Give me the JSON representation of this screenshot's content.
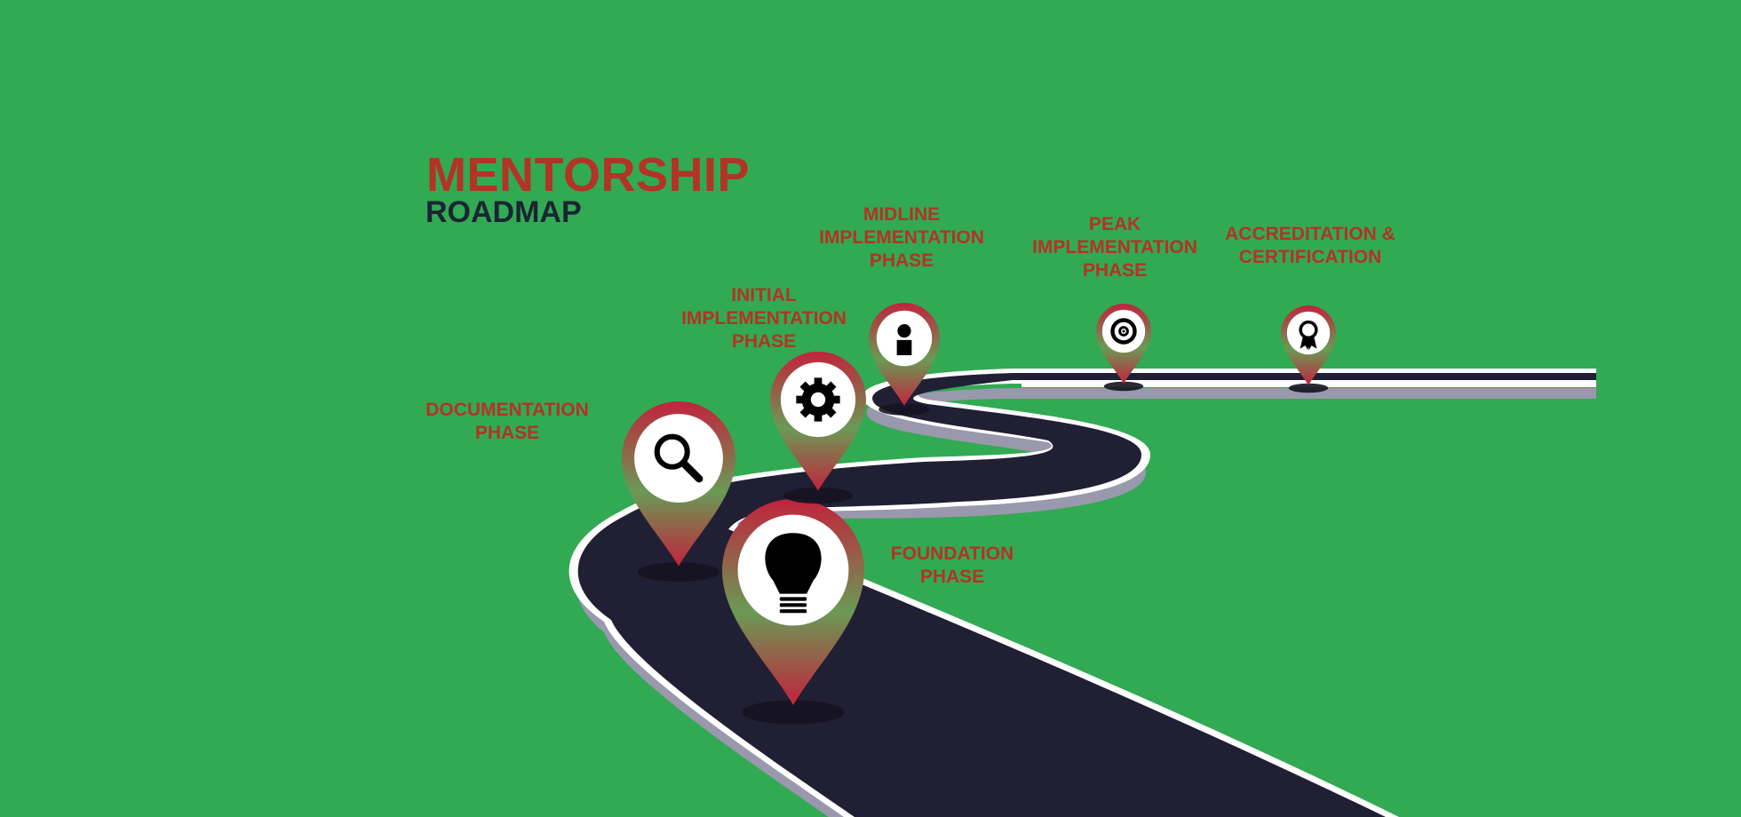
{
  "title": {
    "main": "MENTORSHIP",
    "sub": "ROADMAP"
  },
  "colors": {
    "background": "#31aa53",
    "road": "#211f33",
    "road_edge": "#ffffff",
    "road_shadow": "#9a98ad",
    "pin_top": "#c2233d",
    "pin_bottom": "#6a9a55",
    "label": "#b33326",
    "subtitle": "#1c2434"
  },
  "phases": [
    {
      "id": "foundation",
      "lines": [
        "FOUNDATION",
        "PHASE"
      ],
      "icon": "lightbulb-icon"
    },
    {
      "id": "documentation",
      "lines": [
        "DOCUMENTATION",
        "PHASE"
      ],
      "icon": "search-icon"
    },
    {
      "id": "initial",
      "lines": [
        "INITIAL",
        "IMPLEMENTATION",
        "PHASE"
      ],
      "icon": "gear-icon"
    },
    {
      "id": "midline",
      "lines": [
        "MIDLINE",
        "IMPLEMENTATION",
        "PHASE"
      ],
      "icon": "person-icon"
    },
    {
      "id": "peak",
      "lines": [
        "PEAK",
        "IMPLEMENTATION",
        "PHASE"
      ],
      "icon": "target-icon"
    },
    {
      "id": "accreditation",
      "lines": [
        "ACCREDITATION &",
        "CERTIFICATION"
      ],
      "icon": "award-ribbon-icon"
    }
  ]
}
